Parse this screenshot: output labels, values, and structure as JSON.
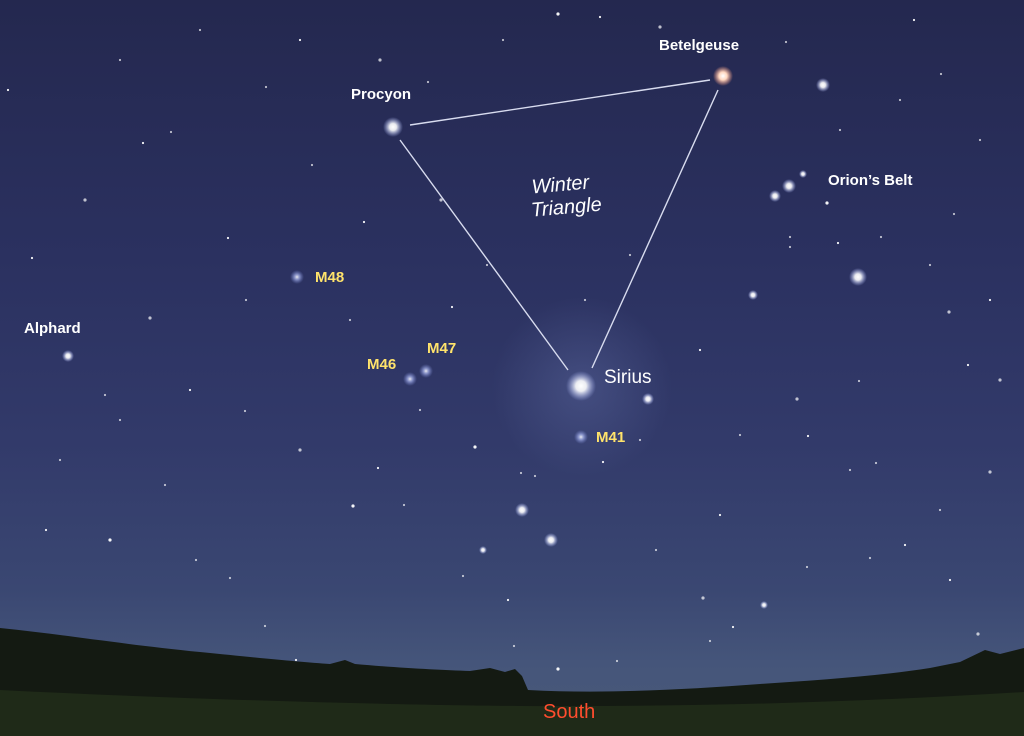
{
  "sky": {
    "asterism": {
      "line1": "Winter",
      "line2": "Triangle"
    },
    "labels": {
      "betelgeuse": "Betelgeuse",
      "procyon": "Procyon",
      "sirius": "Sirius",
      "orions_belt": "Orion’s Belt",
      "alphard": "Alphard",
      "m48": "M48",
      "m47": "M47",
      "m46": "M46",
      "m41": "M41"
    },
    "horizon": {
      "direction": "South"
    }
  },
  "colors": {
    "star": "#ffffff",
    "star_label": "#ffffff",
    "dso_label": "#ffe36b",
    "compass": "#ff4d2e",
    "triangle_line": "#d8dcef",
    "treeline": "#141a12"
  }
}
